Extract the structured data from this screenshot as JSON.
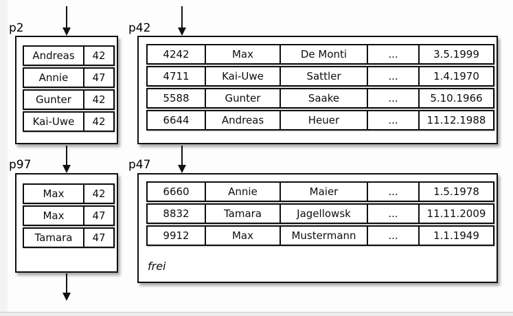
{
  "pages": {
    "p2": {
      "label": "p2",
      "rows": [
        [
          "Andreas",
          "42"
        ],
        [
          "Annie",
          "47"
        ],
        [
          "Gunter",
          "42"
        ],
        [
          "Kai-Uwe",
          "42"
        ]
      ]
    },
    "p42": {
      "label": "p42",
      "rows": [
        [
          "4242",
          "Max",
          "De Monti",
          "...",
          "3.5.1999"
        ],
        [
          "4711",
          "Kai-Uwe",
          "Sattler",
          "...",
          "1.4.1970"
        ],
        [
          "5588",
          "Gunter",
          "Saake",
          "...",
          "5.10.1966"
        ],
        [
          "6644",
          "Andreas",
          "Heuer",
          "...",
          "11.12.1988"
        ]
      ]
    },
    "p97": {
      "label": "p97",
      "rows": [
        [
          "Max",
          "42"
        ],
        [
          "Max",
          "47"
        ],
        [
          "Tamara",
          "47"
        ]
      ]
    },
    "p47": {
      "label": "p47",
      "rows": [
        [
          "6660",
          "Annie",
          "Maier",
          "...",
          "1.5.1978"
        ],
        [
          "8832",
          "Tamara",
          "Jagellowsk",
          "...",
          "11.11.2009"
        ],
        [
          "9912",
          "Max",
          "Mustermann",
          "...",
          "1.1.1949"
        ]
      ],
      "free_label": "frei"
    }
  },
  "colors": {
    "line": "#0d0d0d",
    "page_background": "#fdfdfd",
    "box_background": "#ffffff",
    "margin_strip": "#f3f3f3",
    "bottom_edge": "#cccccc"
  }
}
